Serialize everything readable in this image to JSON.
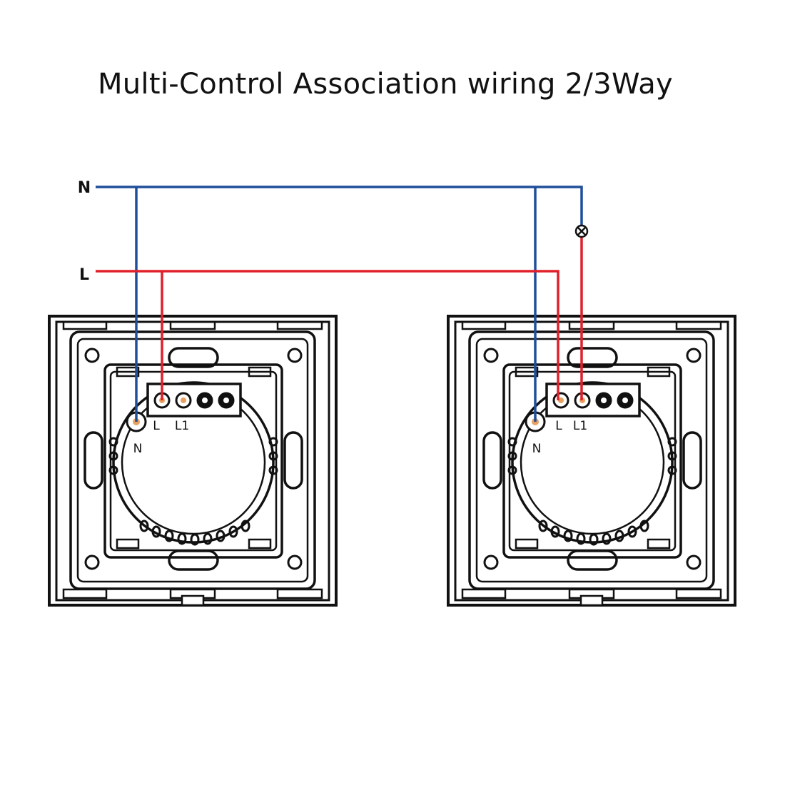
{
  "title": "Multi-Control Association wiring 2/3Way",
  "bus": {
    "neutral_label": "N",
    "live_label": "L"
  },
  "switch_terminals": {
    "neutral": "N",
    "live": "L",
    "load": "L1"
  },
  "colors": {
    "neutral_wire": "#1f4e9a",
    "live_wire": "#e0202a",
    "outline": "#111111",
    "terminal_dot": "#e8a060"
  },
  "icons": {
    "lamp": "lamp-icon"
  }
}
